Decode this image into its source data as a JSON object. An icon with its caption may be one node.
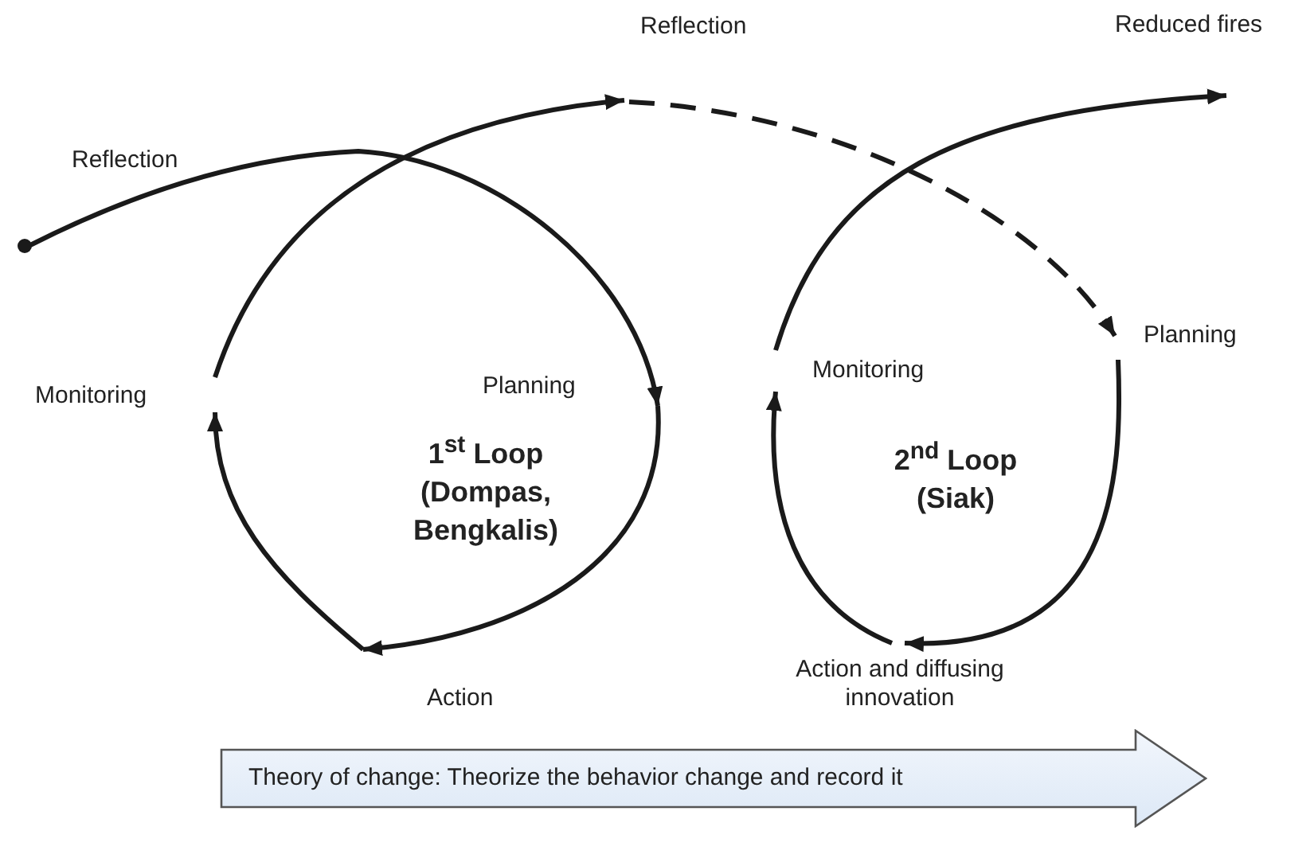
{
  "diagram": {
    "nodes": [
      {
        "text": [],
        "shape": "circle"
      },
      {
        "text": [
          "Planning"
        ]
      },
      {
        "text": [
          "Action"
        ]
      },
      {
        "text": [
          "Monitoring"
        ]
      },
      {
        "text": [
          "Planning"
        ]
      },
      {
        "text": [
          "Action and diffusing innovation"
        ]
      },
      {
        "text": [
          "Monitoring"
        ]
      },
      {
        "text": [
          "Reduced fires"
        ]
      },
      {
        "text": [
          "Theory of change: Theorize the behavior change and record it"
        ]
      }
    ],
    "edges": [
      {
        "from": 0,
        "to": 1,
        "arrow": "to",
        "label": "Reflection"
      },
      {
        "from": 1,
        "to": 2,
        "arrow": "to"
      },
      {
        "from": 2,
        "to": 3,
        "arrow": "to"
      },
      {
        "from": 3,
        "to": null,
        "arrow": "to"
      },
      {
        "from": null,
        "to": 4,
        "arrow": "to",
        "style": "dashed",
        "label": "Reflection"
      },
      {
        "from": 4,
        "to": 5,
        "arrow": "to"
      },
      {
        "from": 5,
        "to": 6,
        "arrow": "to"
      },
      {
        "from": 6,
        "to": 7,
        "arrow": "to"
      }
    ],
    "labels": [
      "1$^{st}$ Loop (Dompas, Bengkalis)",
      "2$^{nd}$ Loop (Siak)"
    ]
  }
}
